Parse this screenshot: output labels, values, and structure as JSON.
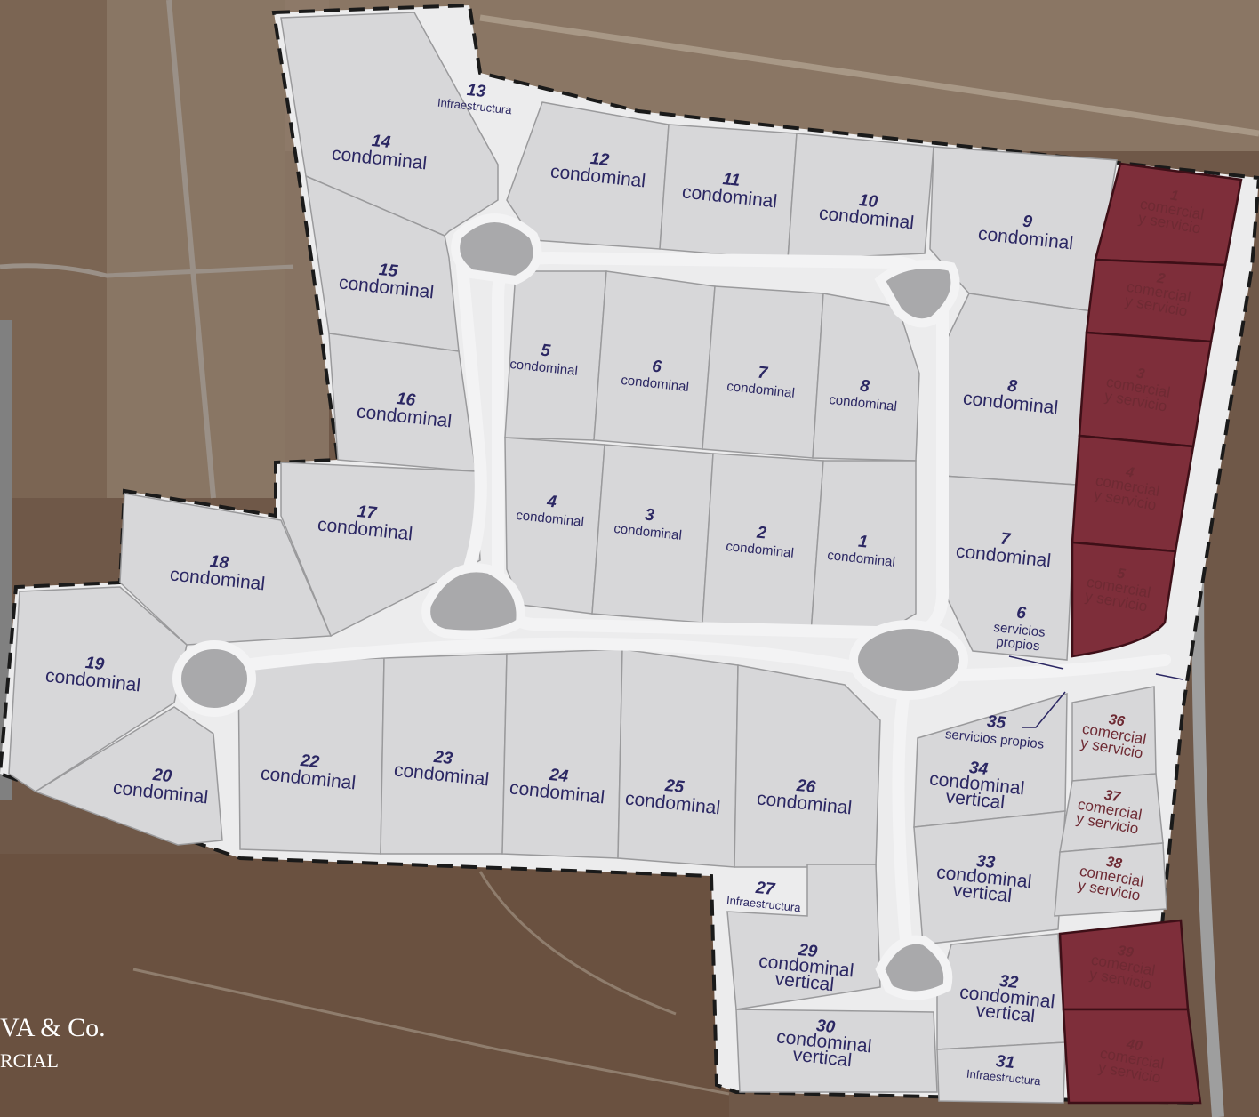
{
  "lots": [
    {
      "id": "l1",
      "num": "1",
      "type": "condominal"
    },
    {
      "id": "l2",
      "num": "2",
      "type": "condominal"
    },
    {
      "id": "l3",
      "num": "3",
      "type": "condominal"
    },
    {
      "id": "l4",
      "num": "4",
      "type": "condominal"
    },
    {
      "id": "l5",
      "num": "5",
      "type": "condominal"
    },
    {
      "id": "l6",
      "num": "6",
      "type": "condominal"
    },
    {
      "id": "l7",
      "num": "7",
      "type": "condominal"
    },
    {
      "id": "l8",
      "num": "8",
      "type": "condominal"
    },
    {
      "id": "o7",
      "num": "7",
      "type": "condominal"
    },
    {
      "id": "o8",
      "num": "8",
      "type": "condominal"
    },
    {
      "id": "o9",
      "num": "9",
      "type": "condominal"
    },
    {
      "id": "o10",
      "num": "10",
      "type": "condominal"
    },
    {
      "id": "o11",
      "num": "11",
      "type": "condominal"
    },
    {
      "id": "o12",
      "num": "12",
      "type": "condominal"
    },
    {
      "id": "o13",
      "num": "13",
      "type": "Infraestructura"
    },
    {
      "id": "o14",
      "num": "14",
      "type": "condominal"
    },
    {
      "id": "o15",
      "num": "15",
      "type": "condominal"
    },
    {
      "id": "o16",
      "num": "16",
      "type": "condominal"
    },
    {
      "id": "o17",
      "num": "17",
      "type": "condominal"
    },
    {
      "id": "o18",
      "num": "18",
      "type": "condominal"
    },
    {
      "id": "o19",
      "num": "19",
      "type": "condominal"
    },
    {
      "id": "o20",
      "num": "20",
      "type": "condominal"
    },
    {
      "id": "o22",
      "num": "22",
      "type": "condominal"
    },
    {
      "id": "o23",
      "num": "23",
      "type": "condominal"
    },
    {
      "id": "o24",
      "num": "24",
      "type": "condominal"
    },
    {
      "id": "o25",
      "num": "25",
      "type": "condominal"
    },
    {
      "id": "o26",
      "num": "26",
      "type": "condominal"
    },
    {
      "id": "o27",
      "num": "27",
      "type": "Infraestructura"
    },
    {
      "id": "o29",
      "num": "29",
      "type": "condominal vertical"
    },
    {
      "id": "o30",
      "num": "30",
      "type": "condominal vertical"
    },
    {
      "id": "o31",
      "num": "31",
      "type": "Infraestructura"
    },
    {
      "id": "o32",
      "num": "32",
      "type": "condominal vertical"
    },
    {
      "id": "o33",
      "num": "33",
      "type": "condominal vertical"
    },
    {
      "id": "o34",
      "num": "34",
      "type": "condominal vertical"
    },
    {
      "id": "o35",
      "num": "35",
      "type": "servicios propios"
    },
    {
      "id": "o6s",
      "num": "6",
      "type": "servicios propios"
    },
    {
      "id": "c1",
      "num": "1",
      "type": "comercial y servicio"
    },
    {
      "id": "c2",
      "num": "2",
      "type": "comercial y servicio"
    },
    {
      "id": "c3",
      "num": "3",
      "type": "comercial y servicio"
    },
    {
      "id": "c4",
      "num": "4",
      "type": "comercial y servicio"
    },
    {
      "id": "c5",
      "num": "5",
      "type": "comercial y servicio"
    },
    {
      "id": "c36",
      "num": "36",
      "type": "comercial y servicio"
    },
    {
      "id": "c37",
      "num": "37",
      "type": "comercial y servicio"
    },
    {
      "id": "c38",
      "num": "38",
      "type": "comercial y servicio"
    },
    {
      "id": "c39",
      "num": "39",
      "type": "comercial y servicio"
    },
    {
      "id": "c40",
      "num": "40",
      "type": "comercial y servicio"
    }
  ],
  "watermark": {
    "line1": "VA & Co.",
    "line2": "RCIAL"
  },
  "colors": {
    "lot": "#d7d7d9",
    "road": "#ececed",
    "roundabout": "#a9a9ab",
    "commercial": "#7e2e3a",
    "satellite": "#6f5848",
    "boundary": "#1a1a1a"
  }
}
